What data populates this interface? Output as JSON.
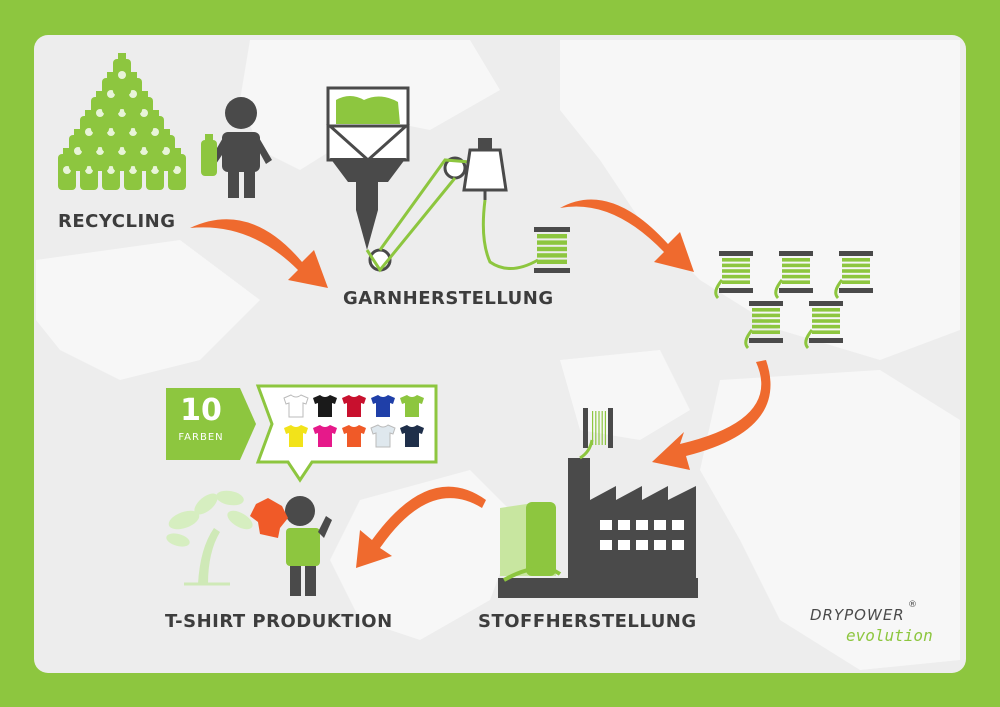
{
  "labels": {
    "recycling": "RECYCLING",
    "garnherstellung": "GARNHERSTELLUNG",
    "stoffherstellung": "STOFFHERSTELLUNG",
    "tshirt_produktion": "T-SHIRT PRODUKTION"
  },
  "colors_badge": {
    "number": "10",
    "word": "FARBEN"
  },
  "shirt_colors": [
    "#ffffff",
    "#1a1a1a",
    "#c8102e",
    "#1f3fa8",
    "#8dc63f",
    "#f2e31a",
    "#e6198a",
    "#f05a28",
    "#dfe8ee",
    "#1f2f4a"
  ],
  "brand": {
    "name": "DRYPOWER",
    "reg": "®",
    "sub": "evolution"
  },
  "palette": {
    "frame": "#8dc63f",
    "card": "#ededed",
    "arrow": "#ef6a2e",
    "dark": "#4a4a4a",
    "green": "#8dc63f"
  }
}
